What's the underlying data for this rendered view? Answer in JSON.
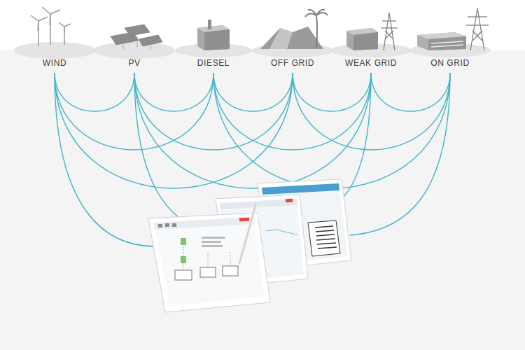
{
  "diagram": {
    "labels": [
      "WIND",
      "PV",
      "DIESEL",
      "OFF GRID",
      "WEAK GRID",
      "ON GRID"
    ]
  }
}
